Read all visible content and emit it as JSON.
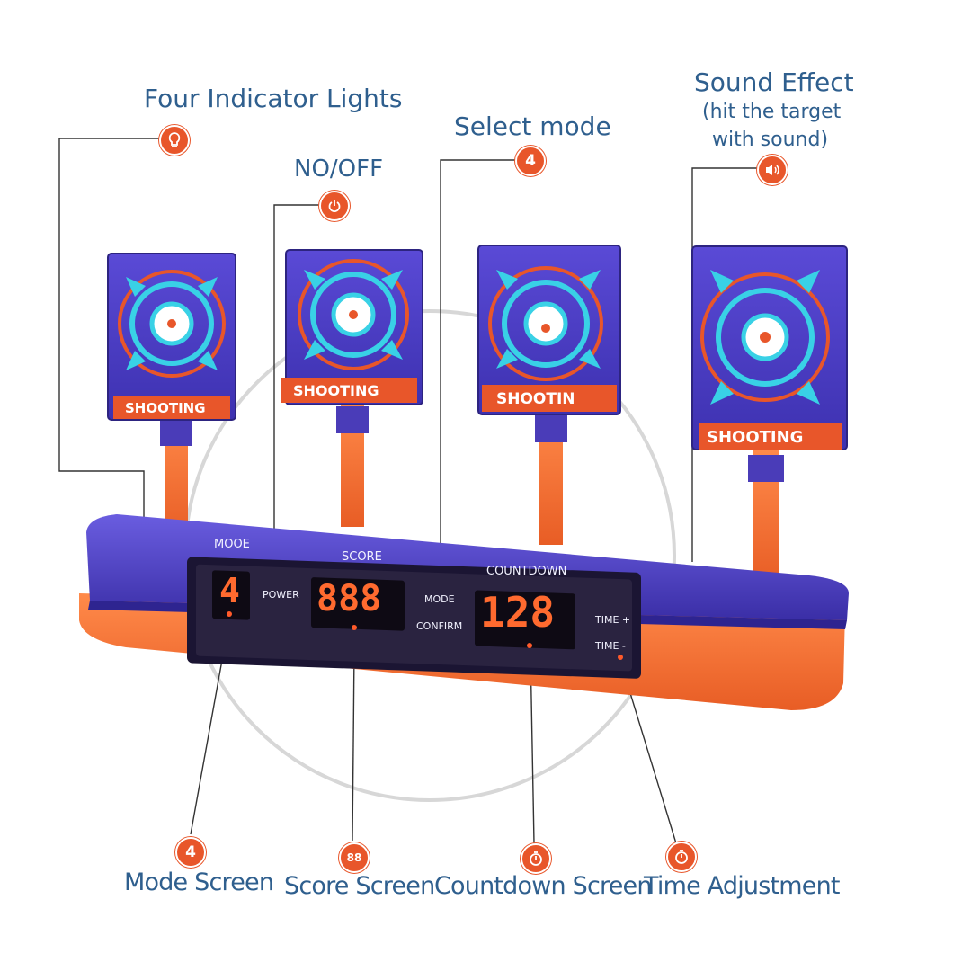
{
  "callouts": {
    "indicator_lights": {
      "label": "Four Indicator Lights",
      "icon": "lightbulb-icon"
    },
    "power": {
      "label": "NO/OFF",
      "icon": "power-icon"
    },
    "select_mode": {
      "label": "Select mode",
      "icon": "number-four-icon",
      "icon_text": "4"
    },
    "sound": {
      "label": "Sound Effect",
      "sub1": "(hit the target",
      "sub2": "with sound)",
      "icon": "speaker-icon"
    },
    "mode_screen": {
      "label": "Mode Screen",
      "icon": "number-four-icon",
      "icon_text": "4"
    },
    "score_screen": {
      "label": "Score Screen",
      "icon": "digits-icon",
      "icon_text": "88"
    },
    "countdown_screen": {
      "label": "Countdown Screen",
      "icon": "stopwatch-icon"
    },
    "time_adjustment": {
      "label": "Time Adjustment",
      "icon": "stopwatch-icon"
    }
  },
  "targets": [
    {
      "label": "SHOOTING"
    },
    {
      "label": "SHOOTING"
    },
    {
      "label": "SHOOTIN"
    },
    {
      "label": "SHOOTING"
    }
  ],
  "panel": {
    "mode_caption": "MOOE",
    "score_caption": "SCORE",
    "countdown_caption": "COUNTDOWN",
    "power_button": "POWER",
    "mode_button": "MODE",
    "confirm_button": "CONFIRM",
    "time_plus_button": "TIME +",
    "time_minus_button": "TIME -",
    "mode_value": "4",
    "score_value": "888",
    "countdown_value": "128"
  },
  "colors": {
    "label_blue": "#2f5f8e",
    "accent_orange": "#e8562a",
    "body_purple": "#4a3cb8",
    "target_cyan": "#39d1e6",
    "led_orange": "#ff6a2f"
  }
}
